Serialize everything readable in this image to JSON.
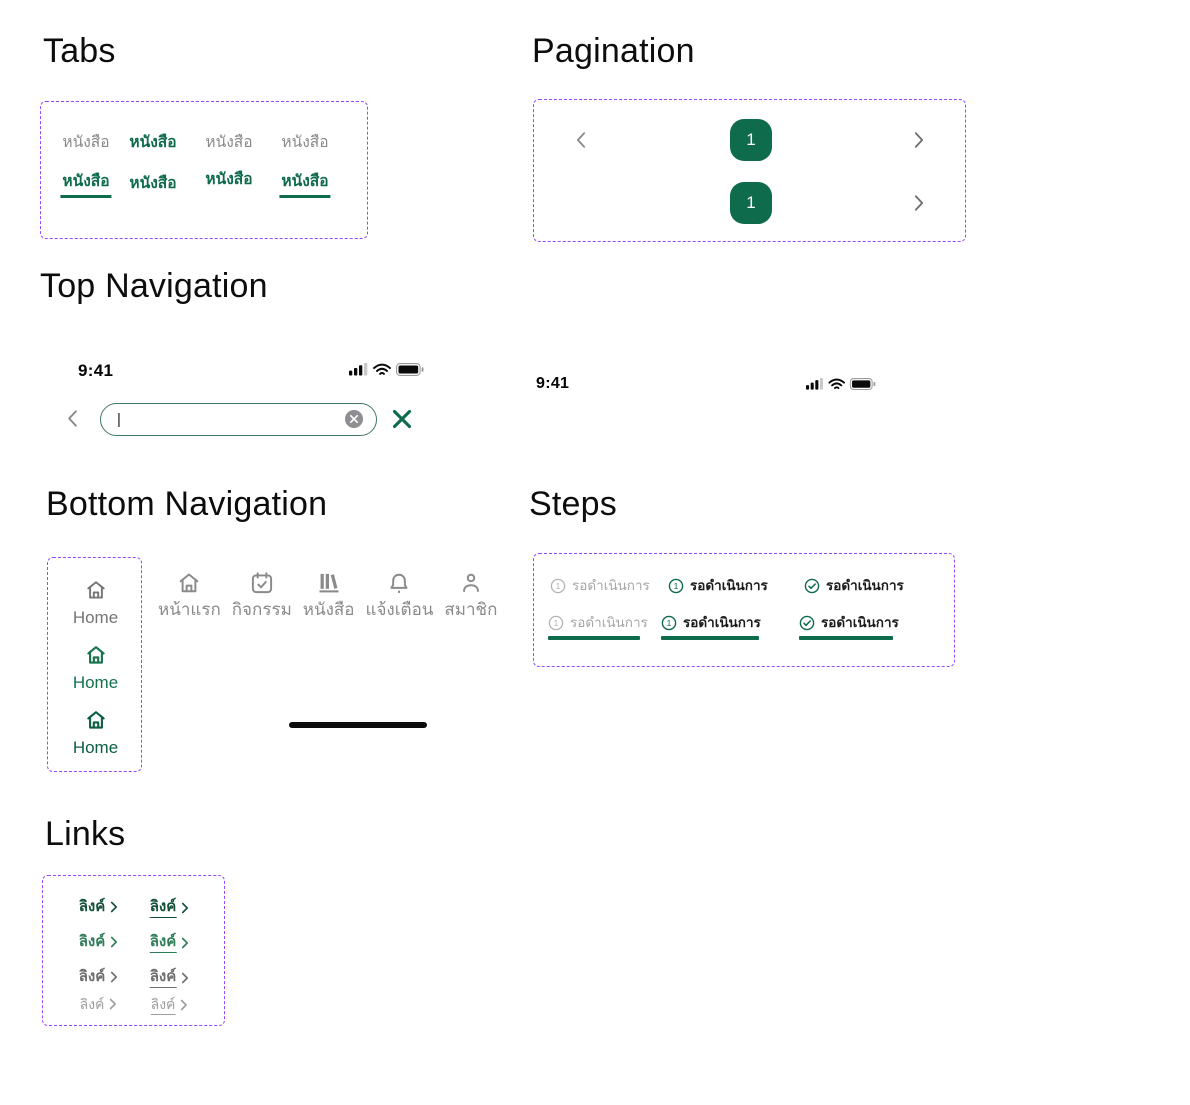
{
  "colors": {
    "accent_green": "#0E6B4B",
    "frame_purple": "#9747FF",
    "inactive_gray": "#8A8A8A",
    "step_done_underline": "#0E6B4B"
  },
  "tabs": {
    "heading": "Tabs",
    "items": [
      {
        "label": "หนังสือ",
        "state": "inactive"
      },
      {
        "label": "หนังสือ",
        "state": "active"
      },
      {
        "label": "หนังสือ",
        "state": "inactive"
      },
      {
        "label": "หนังสือ",
        "state": "inactive"
      },
      {
        "label": "หนังสือ",
        "state": "active-underline"
      },
      {
        "label": "หนังสือ",
        "state": "active"
      },
      {
        "label": "หนังสือ",
        "state": "active"
      },
      {
        "label": "หนังสือ",
        "state": "active-underline"
      }
    ]
  },
  "pagination": {
    "heading": "Pagination",
    "rows": [
      {
        "page": "1",
        "has_prev": true,
        "has_next": true
      },
      {
        "page": "1",
        "has_prev": false,
        "has_next": true
      }
    ]
  },
  "top_navigation": {
    "heading": "Top Navigation",
    "status_bar_1": {
      "time": "9:41"
    },
    "status_bar_2": {
      "time": "9:41"
    },
    "search": {
      "value": "|",
      "placeholder": ""
    }
  },
  "bottom_navigation": {
    "heading": "Bottom Navigation",
    "home_items": [
      {
        "label": "Home",
        "state": "inactive"
      },
      {
        "label": "Home",
        "state": "active"
      },
      {
        "label": "Home",
        "state": "pressed"
      }
    ],
    "nav_items": [
      {
        "label": "หน้าแรก",
        "icon": "home-icon"
      },
      {
        "label": "กิจกรรม",
        "icon": "calendar-check-icon"
      },
      {
        "label": "หนังสือ",
        "icon": "library-books-icon"
      },
      {
        "label": "แจ้งเตือน",
        "icon": "bell-icon"
      },
      {
        "label": "สมาชิก",
        "icon": "person-icon"
      }
    ]
  },
  "steps": {
    "heading": "Steps",
    "step_label": "รอดำเนินการ",
    "step_number": "1",
    "row1": [
      {
        "state": "pending-gray"
      },
      {
        "state": "current-number-green"
      },
      {
        "state": "done-check-green"
      }
    ],
    "row2": [
      {
        "state": "pending-gray-underline"
      },
      {
        "state": "current-number-green-underline"
      },
      {
        "state": "done-check-green-underline"
      }
    ]
  },
  "links": {
    "heading": "Links",
    "link_label": "ลิงค์",
    "rows": [
      {
        "style": "dark-green",
        "plain": true,
        "underlined": true
      },
      {
        "style": "green",
        "plain": true,
        "underlined": true
      },
      {
        "style": "gray",
        "plain": true,
        "underlined": true
      },
      {
        "style": "light-gray",
        "plain": true,
        "underlined": true
      }
    ]
  }
}
